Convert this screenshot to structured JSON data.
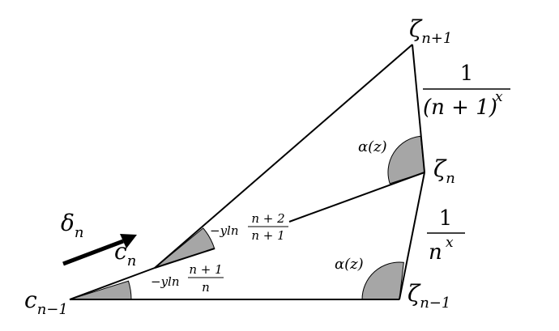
{
  "labels": {
    "zeta_n_plus_1": {
      "base": "ζ",
      "sub": "n+1"
    },
    "zeta_n": {
      "base": "ζ",
      "sub": "n"
    },
    "zeta_n_minus_1": {
      "base": "ζ",
      "sub": "n−1"
    },
    "c_n": {
      "base": "c",
      "sub": "n"
    },
    "c_n_minus_1": {
      "base": "c",
      "sub": "n−1"
    },
    "delta_n": {
      "base": "δ",
      "sub": "n"
    },
    "alpha_upper": "α(z)",
    "alpha_lower": "α(z)"
  },
  "fractions": {
    "right_upper": {
      "numerator": "1",
      "denominator": "(n + 1)",
      "exponent": "x"
    },
    "right_lower": {
      "numerator": "1",
      "denominator": "n",
      "exponent": "x"
    },
    "angle_upper": {
      "prefix": "−yln",
      "numerator": "n + 2",
      "denominator": "n + 1"
    },
    "angle_lower": {
      "prefix": "−yln",
      "numerator": "n + 1",
      "denominator": "n"
    }
  },
  "colors": {
    "stroke": "#000000",
    "angle_fill": "#a6a6a6"
  }
}
